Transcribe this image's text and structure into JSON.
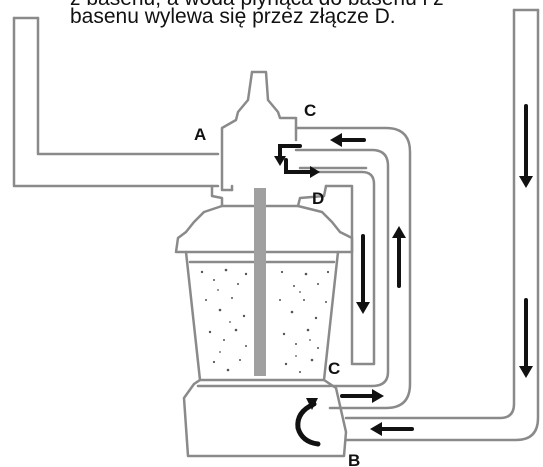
{
  "caption": {
    "line1": "z basenu, a woda płynąca do basenu i z",
    "line2": "basenu wylewa się przez złącze D."
  },
  "labels": {
    "A": "A",
    "B": "B",
    "C_top": "C",
    "C_bottom": "C",
    "D": "D"
  },
  "colors": {
    "outline": "#8a8a8a",
    "arrow": "#111111",
    "filter_rod": "#a0a0a0",
    "sand_dots": "#555555"
  }
}
